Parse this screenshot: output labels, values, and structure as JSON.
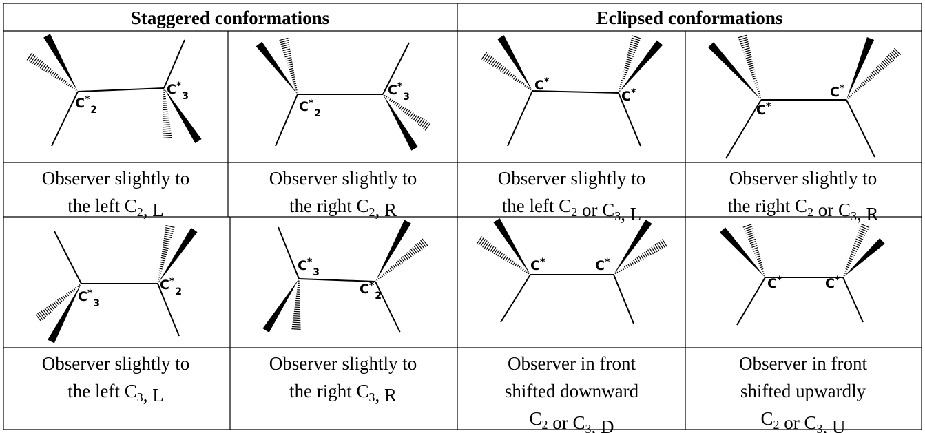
{
  "headers": {
    "staggered": "Staggered conformations",
    "eclipsed": "Eclipsed conformations"
  },
  "panels": [
    {
      "id": "stag-left-c2",
      "atoms": [
        {
          "base": "C*",
          "sub": "2"
        },
        {
          "base": "C*",
          "sub": "3"
        }
      ],
      "caption": [
        [
          {
            "t": "Observer slightly to"
          }
        ],
        [
          {
            "t": "the left C"
          },
          {
            "t": "2",
            "sub": true
          },
          {
            "t": ", L"
          }
        ]
      ]
    },
    {
      "id": "stag-right-c2",
      "atoms": [
        {
          "base": "C*",
          "sub": "2"
        },
        {
          "base": "C*",
          "sub": "3"
        }
      ],
      "caption": [
        [
          {
            "t": "Observer slightly to"
          }
        ],
        [
          {
            "t": "the right C"
          },
          {
            "t": "2",
            "sub": true
          },
          {
            "t": ", R"
          }
        ]
      ]
    },
    {
      "id": "ecl-left",
      "atoms": [
        {
          "base": "C*"
        },
        {
          "base": "C*"
        }
      ],
      "caption": [
        [
          {
            "t": "Observer slightly to"
          }
        ],
        [
          {
            "t": "the left C"
          },
          {
            "t": "2",
            "sub": true
          },
          {
            "t": " or C"
          },
          {
            "t": "3",
            "sub": true
          },
          {
            "t": ", L"
          }
        ]
      ]
    },
    {
      "id": "ecl-right",
      "atoms": [
        {
          "base": "C*"
        },
        {
          "base": "C*"
        }
      ],
      "caption": [
        [
          {
            "t": "Observer slightly to"
          }
        ],
        [
          {
            "t": "the right C"
          },
          {
            "t": "2",
            "sub": true
          },
          {
            "t": " or C"
          },
          {
            "t": "3",
            "sub": true
          },
          {
            "t": ", R"
          }
        ]
      ]
    },
    {
      "id": "stag-left-c3",
      "atoms": [
        {
          "base": "C*",
          "sub": "3"
        },
        {
          "base": "C*",
          "sub": "2"
        }
      ],
      "caption": [
        [
          {
            "t": "Observer slightly to"
          }
        ],
        [
          {
            "t": "the left C"
          },
          {
            "t": "3",
            "sub": true
          },
          {
            "t": ", L"
          }
        ]
      ]
    },
    {
      "id": "stag-right-c3",
      "atoms": [
        {
          "base": "C*",
          "sub": "3"
        },
        {
          "base": "C*",
          "sub": "2"
        }
      ],
      "caption": [
        [
          {
            "t": "Observer slightly to"
          }
        ],
        [
          {
            "t": "the right C"
          },
          {
            "t": "3",
            "sub": true
          },
          {
            "t": ", R"
          }
        ]
      ]
    },
    {
      "id": "ecl-down",
      "atoms": [
        {
          "base": "C*"
        },
        {
          "base": "C*"
        }
      ],
      "caption": [
        [
          {
            "t": "Observer in front"
          }
        ],
        [
          {
            "t": "shifted downward"
          }
        ],
        [
          {
            "t": "C"
          },
          {
            "t": "2",
            "sub": true
          },
          {
            "t": " or C"
          },
          {
            "t": "3",
            "sub": true
          },
          {
            "t": ", D"
          }
        ]
      ]
    },
    {
      "id": "ecl-up",
      "atoms": [
        {
          "base": "C*"
        },
        {
          "base": "C*"
        }
      ],
      "caption": [
        [
          {
            "t": "Observer in front"
          }
        ],
        [
          {
            "t": "shifted upwardly"
          }
        ],
        [
          {
            "t": "C"
          },
          {
            "t": "2",
            "sub": true
          },
          {
            "t": " or C"
          },
          {
            "t": "3",
            "sub": true
          },
          {
            "t": ", U"
          }
        ]
      ]
    }
  ]
}
